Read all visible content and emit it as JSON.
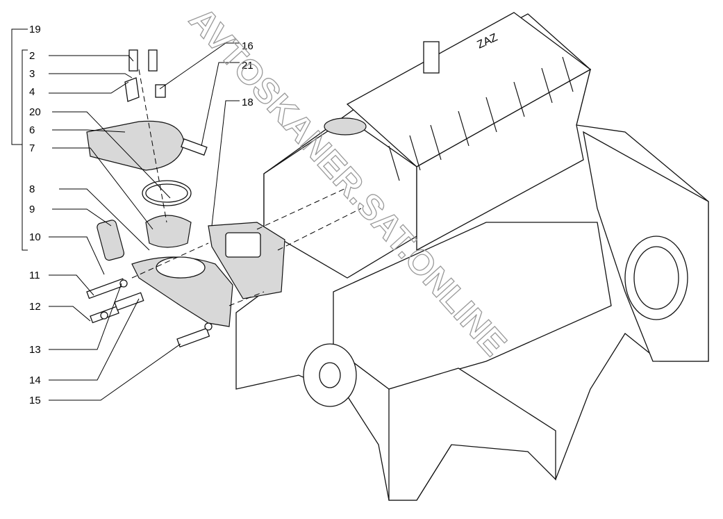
{
  "diagram": {
    "callouts_left": [
      "19",
      "2",
      "3",
      "4",
      "20",
      "6",
      "7",
      "8",
      "9",
      "10",
      "11",
      "12",
      "13",
      "14",
      "15"
    ],
    "callouts_right": [
      "16",
      "21",
      "18"
    ],
    "engine_brand_mark": "ZAZ"
  },
  "watermark": "AVTOSKANER.SAT.ONLINE"
}
